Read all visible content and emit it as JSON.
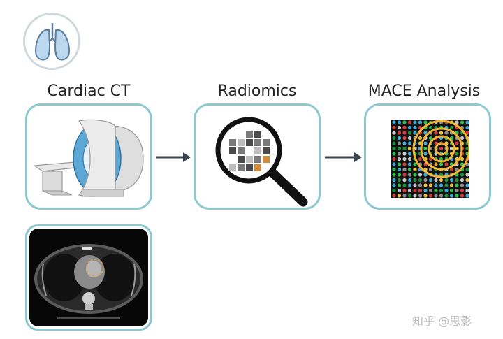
{
  "diagram": {
    "stages": [
      {
        "id": "cardiac-ct",
        "title": "Cardiac CT"
      },
      {
        "id": "radiomics",
        "title": "Radiomics"
      },
      {
        "id": "mace-analysis",
        "title": "MACE Analysis"
      }
    ],
    "icons": {
      "badge": "lungs-icon",
      "stage1": "ct-scanner-icon",
      "stage2": "magnifying-glass-icon",
      "stage3": "target-heatmap-icon",
      "arrows": "arrow-right-icon"
    },
    "colors": {
      "box_border": "#8cc7d2",
      "arrow": "#3b4650",
      "scanner_blue": "#5ba7d6",
      "orange": "#e0a95a",
      "target_ring": "#f2b233"
    }
  },
  "watermark": "知乎 @思影"
}
